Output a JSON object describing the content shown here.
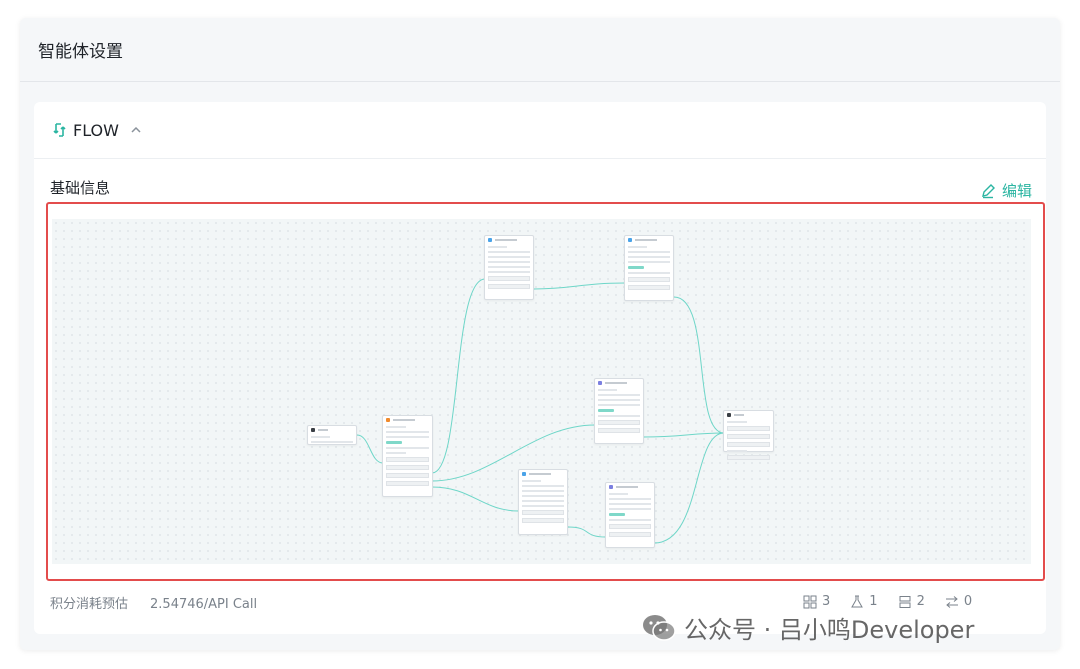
{
  "outer": {
    "title": "智能体设置"
  },
  "flow": {
    "label": "FLOW"
  },
  "section": {
    "title": "基础信息",
    "edit_label": "编辑"
  },
  "footer": {
    "cost_label": "积分消耗预估",
    "cost_value": "2.54746/API Call"
  },
  "stats": [
    {
      "icon": "grid-icon",
      "value": "3"
    },
    {
      "icon": "flask-icon",
      "value": "1"
    },
    {
      "icon": "storage-icon",
      "value": "2"
    },
    {
      "icon": "transfer-icon",
      "value": "0"
    }
  ],
  "watermark": {
    "text": "公众号 · 吕小鸣Developer"
  },
  "colors": {
    "accent": "#2bb5a2",
    "highlight": "#e34c4c",
    "edge": "#6ed6c8"
  }
}
